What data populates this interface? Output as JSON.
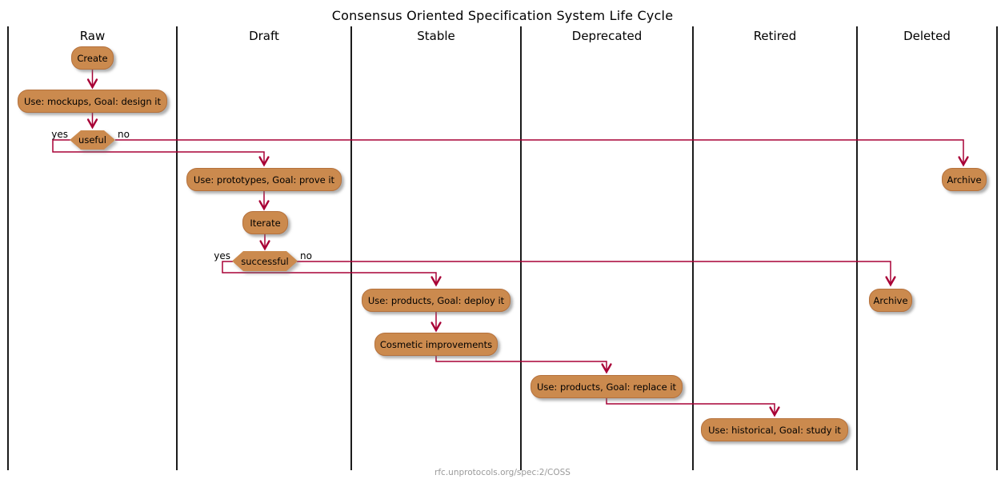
{
  "title": "Consensus Oriented Specification System Life Cycle",
  "footer": "rfc.unprotocols.org/spec:2/COSS",
  "lanes": [
    "Raw",
    "Draft",
    "Stable",
    "Deprecated",
    "Retired",
    "Deleted"
  ],
  "nodes": {
    "create": "Create",
    "mockups": "Use: mockups, Goal: design it",
    "useful": "useful",
    "prototypes": "Use: prototypes, Goal: prove it",
    "iterate": "Iterate",
    "successful": "successful",
    "deploy": "Use: products, Goal: deploy it",
    "cosmetic": "Cosmetic improvements",
    "replace": "Use: products, Goal: replace it",
    "study": "Use: historical, Goal: study it",
    "archive_from_useful": "Archive",
    "archive_from_successful": "Archive"
  },
  "branch_labels": {
    "useful_yes": "yes",
    "useful_no": "no",
    "successful_yes": "yes",
    "successful_no": "no"
  },
  "colors": {
    "node_fill": "#CB8A4E",
    "node_border": "#B5713C",
    "arrow": "#A80036",
    "lane_line": "#1b1b1b",
    "footer_color": "#9a9a9a"
  }
}
